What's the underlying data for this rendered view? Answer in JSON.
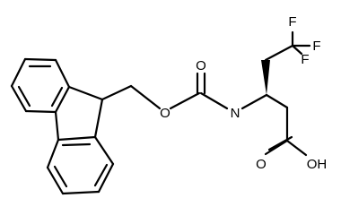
{
  "structure": {
    "atoms": {
      "F1": "F",
      "F2": "F",
      "F3": "F",
      "O_carbamate_carbonyl": "O",
      "O_carbamate_ether": "O",
      "N_amide": "N",
      "O_acid_carbonyl": "O",
      "OH_acid": "OH"
    }
  },
  "colors": {
    "bonds": "#000000",
    "labels": "#000000",
    "background": "#ffffff"
  }
}
